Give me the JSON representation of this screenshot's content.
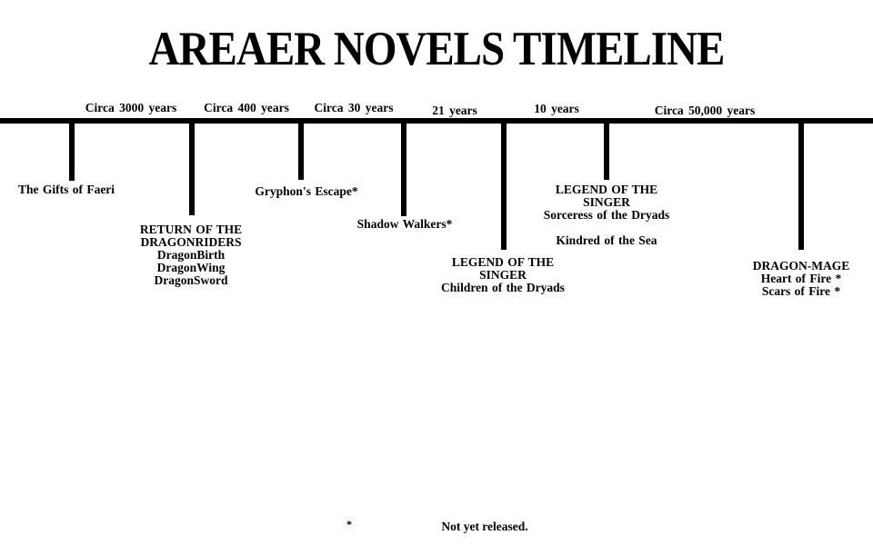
{
  "title": "AREAER NOVELS TIMELINE",
  "colors": {
    "ink": "#000000",
    "background": "#ffffff"
  },
  "axis": {
    "intervals": [
      {
        "label": "Circa 3000 years"
      },
      {
        "label": "Circa 400 years"
      },
      {
        "label": "Circa 30 years"
      },
      {
        "label": "21 years"
      },
      {
        "label": "10 years"
      },
      {
        "label": "Circa 50,000 years"
      }
    ]
  },
  "books": [
    {
      "lines": [
        "The Gifts of Faeri"
      ]
    },
    {
      "lines": [
        "RETURN OF THE",
        "DRAGONRIDERS",
        "DragonBirth",
        "DragonWing",
        "DragonSword"
      ]
    },
    {
      "lines": [
        "Gryphon's Escape*"
      ]
    },
    {
      "lines": [
        "Shadow Walkers*"
      ]
    },
    {
      "lines": [
        "LEGEND OF THE",
        "SINGER",
        "Children of the Dryads"
      ]
    },
    {
      "lines": [
        "LEGEND OF THE",
        "SINGER",
        "Sorceress of the Dryads",
        "Kindred of the Sea"
      ]
    },
    {
      "lines": [
        "DRAGON-MAGE",
        "Heart of Fire *",
        "Scars of Fire *"
      ]
    }
  ],
  "footnote": {
    "marker": "*",
    "text": "Not yet released."
  }
}
